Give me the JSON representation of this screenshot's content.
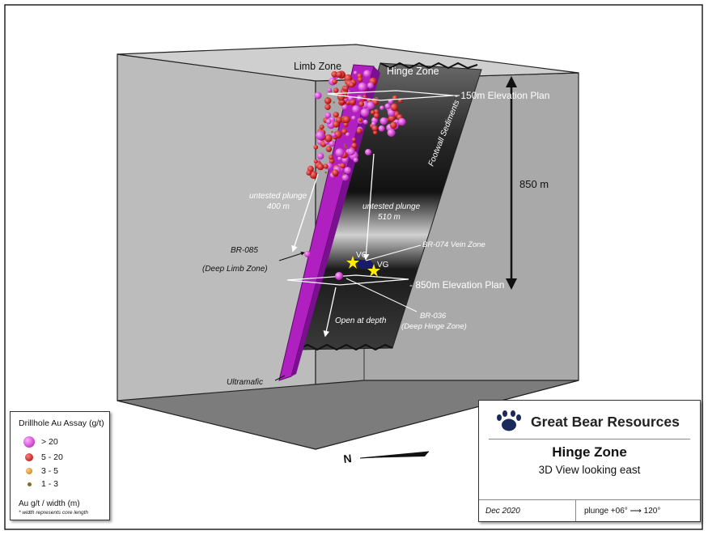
{
  "labels": {
    "limb_zone": "Limb Zone",
    "hinge_zone": "Hinge Zone",
    "elev_150": "- 150m Elevation Plan",
    "elev_850": "- 850m Elevation Plan",
    "height": "850 m",
    "footwall": "Footwall Sediments",
    "untested_400_line1": "untested plunge",
    "untested_400_line2": "400 m",
    "untested_510_line1": "untested plunge",
    "untested_510_line2": "510 m",
    "br085_line1": "BR-085",
    "br085_line2": "(Deep Limb Zone)",
    "br074": "BR-074 Vein Zone",
    "vg": "VG",
    "br036_line1": "BR-036",
    "br036_line2": "(Deep Hinge Zone)",
    "open_at_depth": "Open at depth",
    "ultramafic": "Ultramafic",
    "north": "N"
  },
  "legend": {
    "title": "Drillhole Au Assay (g/t)",
    "items": [
      {
        "label": "> 20",
        "color": "#e020e0"
      },
      {
        "label": "5 - 20",
        "color": "#e01010"
      },
      {
        "label": "3 - 5",
        "color": "#e0901a"
      },
      {
        "label": "1 - 3",
        "color": "#8a6a2a"
      }
    ],
    "footer": "Au g/t / width (m)",
    "note": "* width represents core length"
  },
  "titleblock": {
    "company": "Great Bear Resources",
    "title": "Hinge Zone",
    "subtitle": "3D View looking east",
    "date": "Dec 2020",
    "plunge": "plunge +06° ⟶ 120°"
  },
  "colors": {
    "box_fill": "#b8b8b8",
    "box_floor": "#7a7a7a",
    "ultramafic": "#b020c0",
    "vein": "#1a1a6a",
    "vg_star": "#ffee00",
    "brand": "#1a2a5a"
  }
}
